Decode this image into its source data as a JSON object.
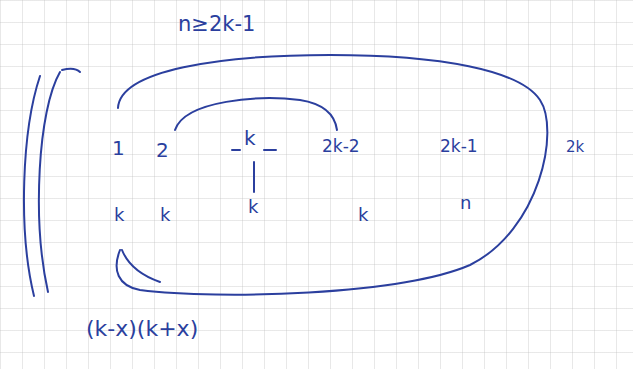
{
  "diagram": {
    "labels": [
      "n≥2k-1",
      "1",
      "2",
      "k",
      "2k-2",
      "2k-1",
      "2k",
      "k",
      "k",
      "k",
      "k",
      "n",
      "(k-x)(k+x)"
    ]
  }
}
